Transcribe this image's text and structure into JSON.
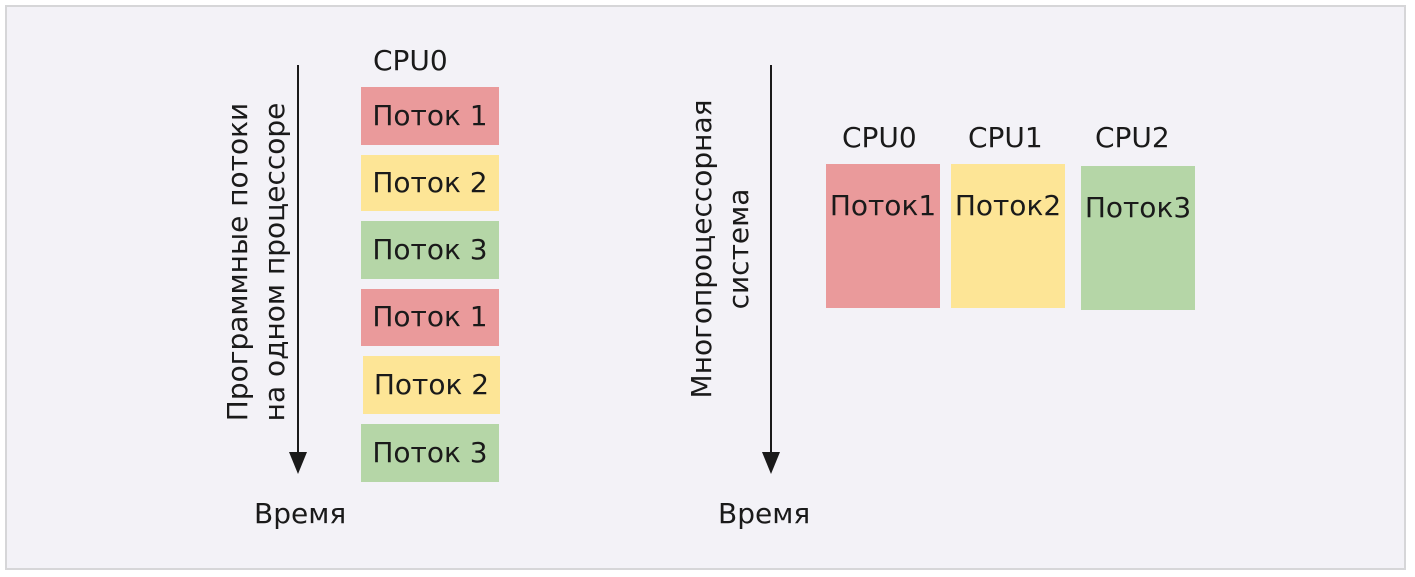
{
  "colors": {
    "red": "#ea9a9b",
    "yellow": "#fde596",
    "green": "#b5d6a7"
  },
  "single": {
    "cpu_label": "CPU0",
    "axis_line1": "Программные потоки",
    "axis_line2": "на одном процессоре",
    "time_label": "Время",
    "threads": [
      {
        "label": "Поток 1",
        "color": "red"
      },
      {
        "label": "Поток 2",
        "color": "yellow"
      },
      {
        "label": "Поток 3",
        "color": "green"
      },
      {
        "label": "Поток 1",
        "color": "red"
      },
      {
        "label": "Поток 2",
        "color": "yellow"
      },
      {
        "label": "Поток 3",
        "color": "green"
      }
    ]
  },
  "multi": {
    "axis_line1": "Многопроцессорная",
    "axis_line2": "система",
    "time_label": "Время",
    "cpus": [
      {
        "cpu": "CPU0",
        "line1": "Поток",
        "line2": "1",
        "color": "red"
      },
      {
        "cpu": "CPU1",
        "line1": "Поток",
        "line2": "2",
        "color": "yellow"
      },
      {
        "cpu": "CPU2",
        "line1": "Поток",
        "line2": "3",
        "color": "green"
      }
    ]
  }
}
